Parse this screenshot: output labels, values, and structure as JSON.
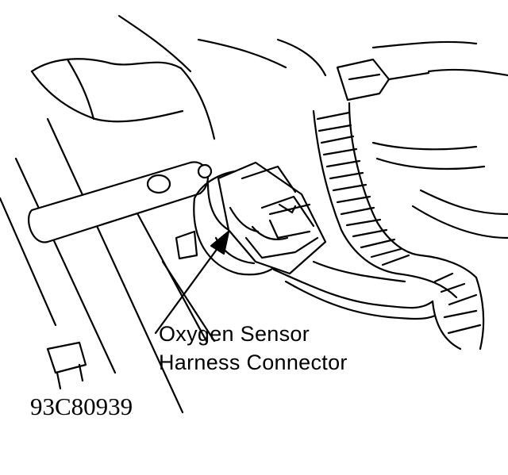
{
  "callout": {
    "line1": "Oxygen Sensor",
    "line2": "Harness Connector"
  },
  "figure_id": "93C80939",
  "colors": {
    "ink": "#000000",
    "paper": "#ffffff"
  }
}
